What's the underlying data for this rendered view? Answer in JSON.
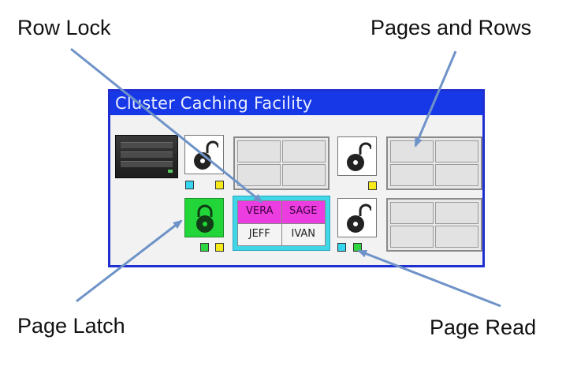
{
  "annotations": {
    "row_lock": "Row Lock",
    "pages_and_rows": "Pages and Rows",
    "page_latch": "Page Latch",
    "page_read": "Page Read"
  },
  "panel": {
    "title": "Cluster Caching Facility",
    "rows_grid": {
      "top_left": "VERA",
      "top_right": "SAGE",
      "bottom_left": "JEFF",
      "bottom_right": "IVAN"
    }
  },
  "colors": {
    "title_bar": "#1638e6",
    "panel_border": "#1f2fd1",
    "latch_green": "#22d63a",
    "rowlock_cyan": "#3fd6e8",
    "row_magenta": "#ec3de0",
    "indicator_cyan": "#35d6f0",
    "indicator_yellow": "#f7ea1b",
    "indicator_green": "#2fd641",
    "arrow": "#6f93c8"
  },
  "icons": {
    "server": "server-icon",
    "open_lock": "unlocked-padlock-icon",
    "closed_lock": "locked-padlock-icon"
  }
}
